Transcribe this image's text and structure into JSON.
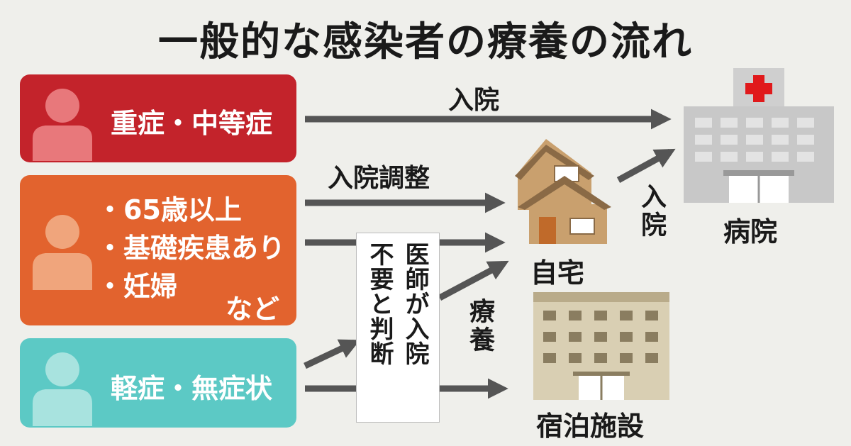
{
  "title": "一般的な感染者の療養の流れ",
  "groups": {
    "severe": {
      "label": "重症・中等症",
      "color": "#c3232b"
    },
    "high_risk": {
      "items": [
        "・65歳以上",
        "・基礎疾患あり",
        "・妊婦"
      ],
      "suffix": "など",
      "color": "#e2632e"
    },
    "mild": {
      "label": "軽症・無症状",
      "color": "#5cc9c5"
    }
  },
  "arrows": {
    "hospitalization": "入院",
    "hospitalization_coordination": "入院調整",
    "hospitalization_from_home": "入院",
    "recuperation": "療養"
  },
  "note": {
    "line1": "医師が入院",
    "line2": "不要と判断"
  },
  "destinations": {
    "hospital": "病院",
    "home": "自宅",
    "facility": "宿泊施設"
  }
}
